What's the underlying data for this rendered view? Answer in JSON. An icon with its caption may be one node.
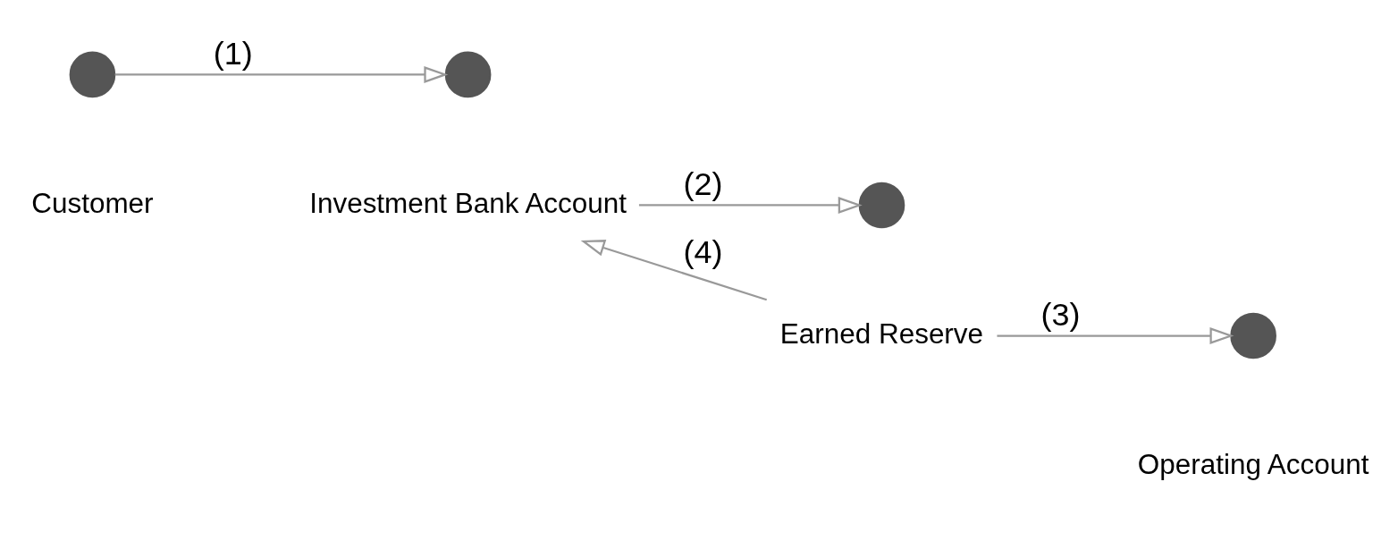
{
  "diagram": {
    "nodes": [
      {
        "text": [
          "Customer"
        ]
      },
      {
        "text": [],
        "shape": "circle"
      },
      {
        "text": [],
        "shape": "circle"
      },
      {
        "text": [
          "Investment Bank Account"
        ]
      },
      {
        "text": [],
        "shape": "circle"
      },
      {
        "text": [
          "Earned Reserve"
        ]
      },
      {
        "text": [],
        "shape": "circle"
      },
      {
        "text": [
          "Operating Account"
        ]
      }
    ],
    "edges": [
      {
        "from": 1,
        "to": 2,
        "arrow": "to",
        "label": "(1)"
      },
      {
        "from": 3,
        "to": 4,
        "arrow": "to",
        "label": "(2)"
      },
      {
        "from": 5,
        "to": 6,
        "arrow": "to",
        "label": "(3)"
      },
      {
        "from": 5,
        "to": 3,
        "arrow": "to",
        "label": "(4)"
      }
    ]
  }
}
